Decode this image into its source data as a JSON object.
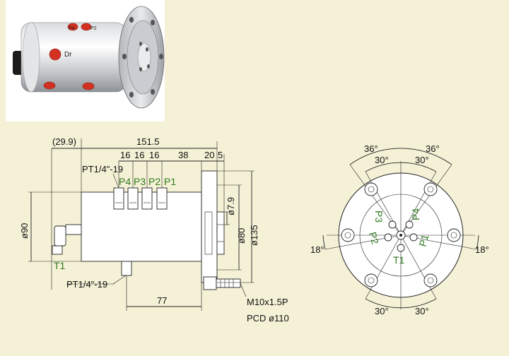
{
  "photo": {
    "marks": [
      "P4",
      "P2",
      "Dr"
    ]
  },
  "side_view": {
    "dims_top": [
      "(29.9)",
      "151.5",
      "16",
      "16",
      "16",
      "38",
      "20",
      "5"
    ],
    "thread_top": "PT1/4\"-19",
    "ports": [
      "P4",
      "P3",
      "P2",
      "P1"
    ],
    "dims_right": [
      "ø7.9",
      "ø80",
      "ø135"
    ],
    "dim_left": "ø90",
    "port_t1": "T1",
    "thread_bottom": "PT1/4\"-19",
    "dim_bottom": "77",
    "bolt_spec": "M10x1.5P",
    "pcd": "PCD ø110"
  },
  "front_view": {
    "angles_top": [
      "36°",
      "36°",
      "30°",
      "30°"
    ],
    "angles_side": [
      "18°",
      "18°"
    ],
    "angles_bottom": [
      "30°",
      "30°"
    ],
    "ports": [
      "P3",
      "P4",
      "P2",
      "P1",
      "T1"
    ]
  }
}
